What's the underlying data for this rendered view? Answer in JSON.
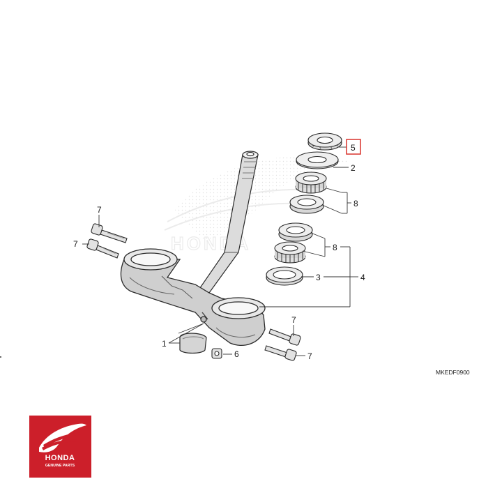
{
  "diagram": {
    "drawing_code": "MKEDF0900",
    "watermark_text": "HONDA",
    "callouts": [
      "7",
      "7",
      "1",
      "6",
      "5",
      "2",
      "8",
      "8",
      "3",
      "4",
      "7",
      "7"
    ],
    "highlight_color": "#d9322b"
  },
  "brand": {
    "name": "HONDA",
    "tagline": "GENUINE PARTS",
    "color": "#cc1f2a"
  }
}
